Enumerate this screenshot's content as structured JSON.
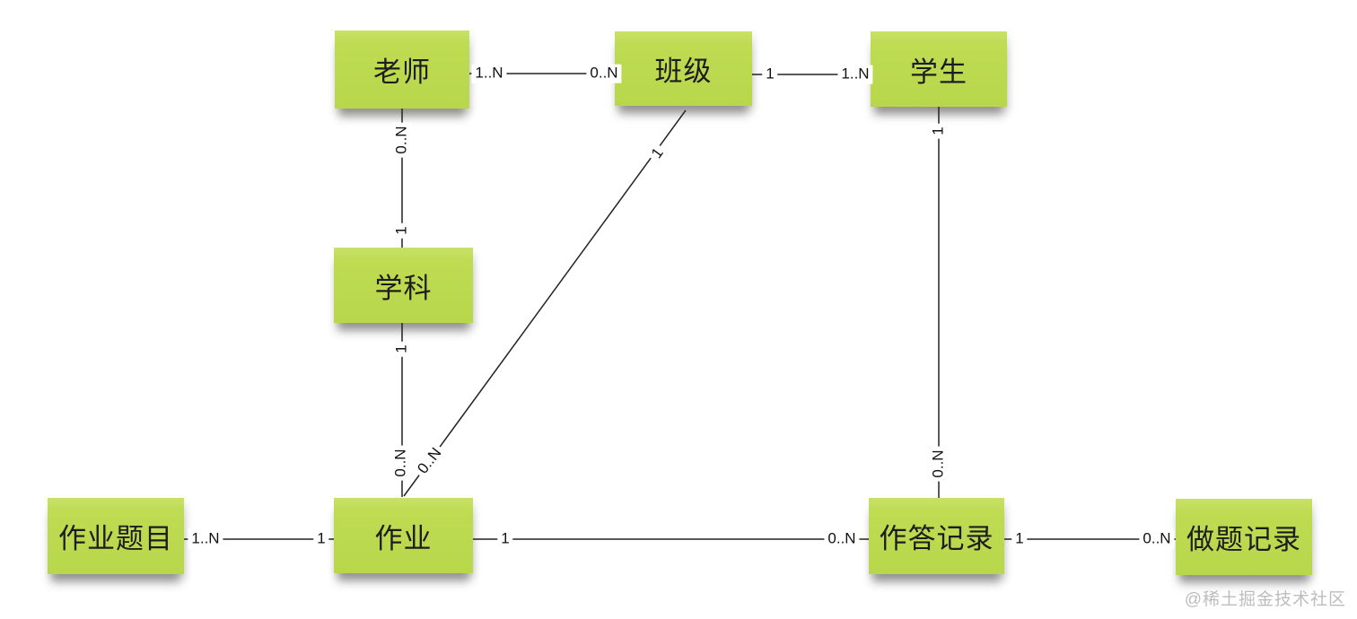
{
  "diagram": {
    "type": "entity-relationship sticky-note diagram",
    "entities": [
      {
        "id": "teacher",
        "label": "老师"
      },
      {
        "id": "class",
        "label": "班级"
      },
      {
        "id": "student",
        "label": "学生"
      },
      {
        "id": "subject",
        "label": "学科"
      },
      {
        "id": "homework-questions",
        "label": "作业题目"
      },
      {
        "id": "homework",
        "label": "作业"
      },
      {
        "id": "answer-record",
        "label": "作答记录"
      },
      {
        "id": "question-record",
        "label": "做题记录"
      }
    ],
    "relationships": [
      {
        "from": "teacher",
        "to": "class",
        "from_label": "1..N",
        "to_label": "0..N"
      },
      {
        "from": "class",
        "to": "student",
        "from_label": "1",
        "to_label": "1..N"
      },
      {
        "from": "teacher",
        "to": "subject",
        "from_label": "0..N",
        "to_label": "1"
      },
      {
        "from": "subject",
        "to": "homework",
        "from_label": "1",
        "to_label": "0..N"
      },
      {
        "from": "class",
        "to": "homework",
        "from_label": "1",
        "to_label": "0..N"
      },
      {
        "from": "student",
        "to": "answer-record",
        "from_label": "1",
        "to_label": "0..N"
      },
      {
        "from": "homework-questions",
        "to": "homework",
        "from_label": "1..N",
        "to_label": "1"
      },
      {
        "from": "homework",
        "to": "answer-record",
        "from_label": "1",
        "to_label": "0..N"
      },
      {
        "from": "answer-record",
        "to": "question-record",
        "from_label": "1",
        "to_label": "0..N"
      }
    ],
    "colors": {
      "note_fill": "#bcd951",
      "note_text": "#1d1d1d",
      "line": "#222222",
      "cardinality_text": "#111111",
      "watermark_text": "#b9b9b9",
      "background": "#ffffff"
    },
    "watermark": "@稀土掘金技术社区"
  }
}
